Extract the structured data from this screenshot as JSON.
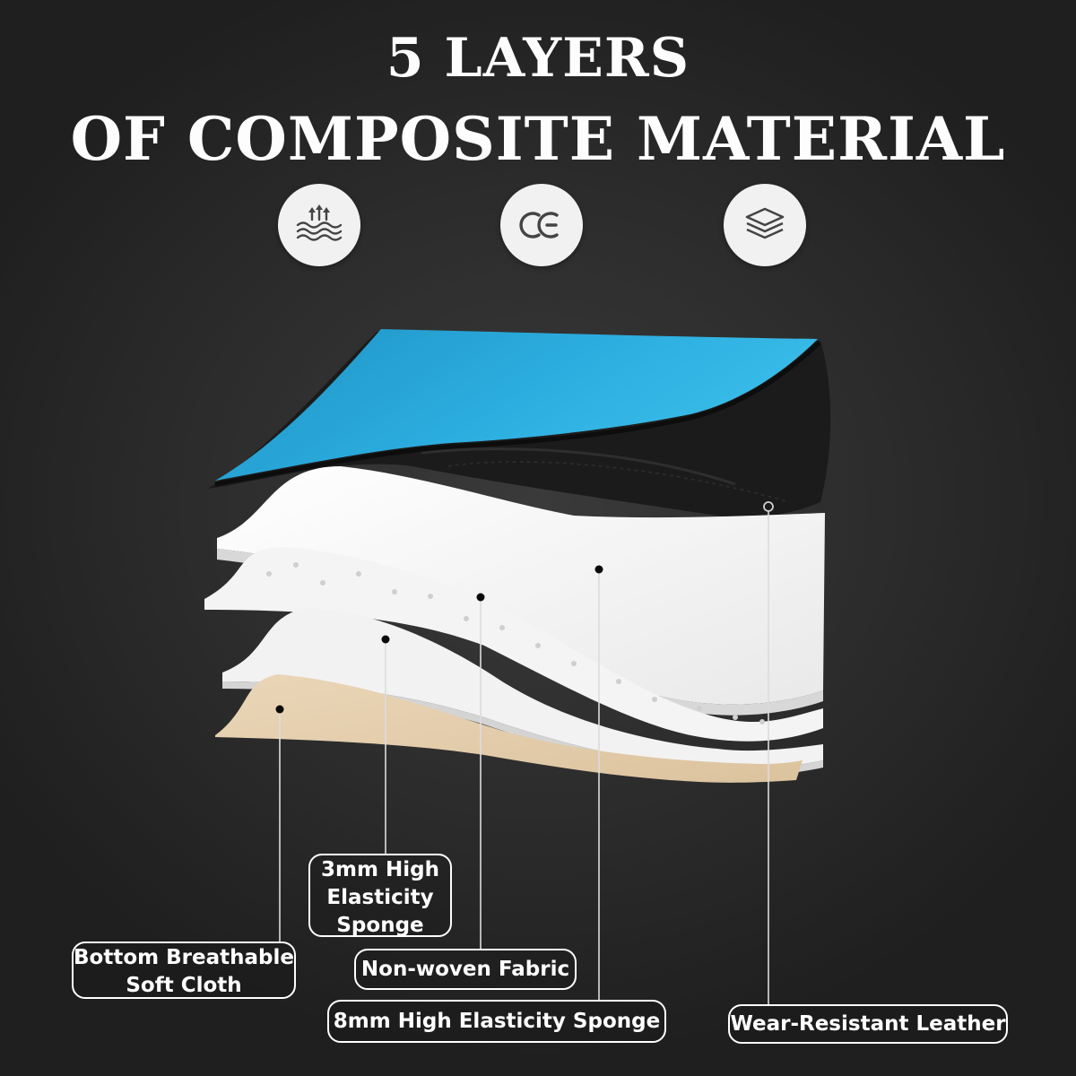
{
  "title": {
    "line1": "5 LAYERS",
    "line2": "OF COMPOSITE MATERIAL"
  },
  "badges": [
    {
      "icon": "breathable-waves-icon"
    },
    {
      "icon": "ce-mark-icon"
    },
    {
      "icon": "layers-icon"
    }
  ],
  "layers": {
    "top_color": "#2aa6d6",
    "leather_color": "#1a1a1a",
    "sponge_color": "#f7f7f7",
    "cloth_color": "#e6cfae"
  },
  "labels": {
    "sponge_3mm": {
      "line1": "3mm High",
      "line2": "Elasticity",
      "line3": "Sponge"
    },
    "bottom_cloth": {
      "line1": "Bottom Breathable",
      "line2": "Soft Cloth"
    },
    "non_woven": "Non-woven Fabric",
    "sponge_8mm": "8mm High Elasticity Sponge",
    "leather": "Wear-Resistant Leather"
  }
}
